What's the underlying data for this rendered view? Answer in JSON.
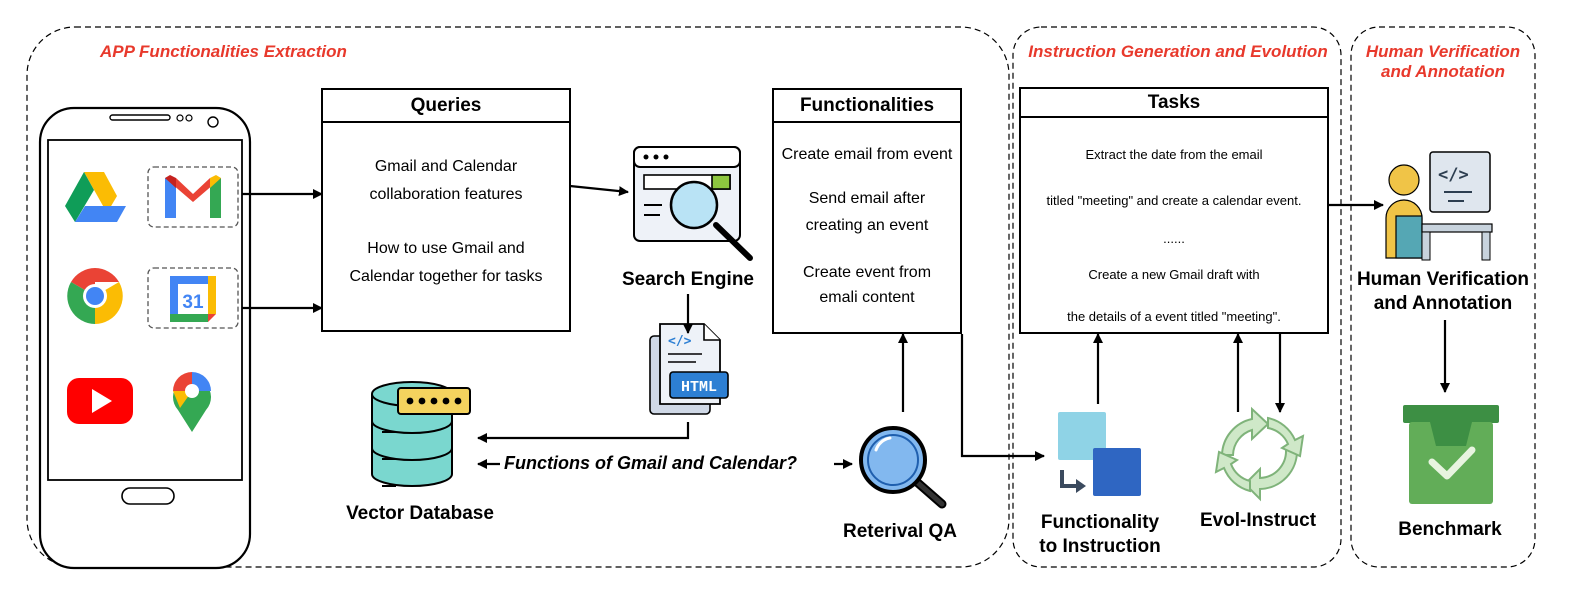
{
  "sections": {
    "extraction": "APP Functionalities Extraction",
    "generation": "Instruction Generation and Evolution",
    "verification_line1": "Human Verification",
    "verification_line2": "and Annotation"
  },
  "queries": {
    "title": "Queries",
    "lines": [
      "Gmail and Calendar",
      "collaboration features",
      "How to use Gmail and",
      "Calendar  together for tasks"
    ]
  },
  "functionalities": {
    "title": "Functionalities",
    "lines": [
      "Create email from event",
      "Send email after",
      "creating an event",
      "Create event from",
      "emali content"
    ]
  },
  "tasks": {
    "title": "Tasks",
    "lines": [
      "Extract the date from the email",
      "titled \"meeting\" and create a calendar event.",
      "......",
      "Create a new Gmail draft with",
      "the details of a event titled \"meeting\"."
    ]
  },
  "labels": {
    "search_engine": "Search Engine",
    "vector_database": "Vector Database",
    "retrieval_qa": "Reterival QA",
    "functionality_line1": "Functionality",
    "functionality_line2": "to Instruction",
    "evol_instruct": "Evol-Instruct",
    "human_line1": "Human Verification",
    "human_line2": "and Annotation",
    "benchmark": "Benchmark",
    "question": "Functions of Gmail and Calendar?",
    "html_badge": "HTML",
    "calendar_day": "31"
  },
  "icons": [
    "google-drive-icon",
    "gmail-icon",
    "chrome-icon",
    "google-calendar-icon",
    "youtube-icon",
    "google-maps-icon",
    "search-engine-icon",
    "html-document-icon",
    "vector-database-icon",
    "magnifier-icon",
    "functionality-blocks-icon",
    "evol-cycle-icon",
    "human-developer-icon",
    "benchmark-box-icon"
  ]
}
